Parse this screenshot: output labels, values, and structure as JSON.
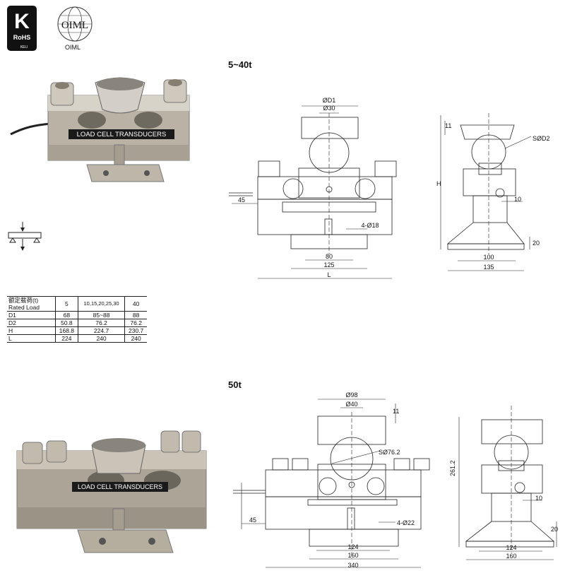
{
  "logos": {
    "rohs": "RoHS",
    "k": "K",
    "brand": "KELI",
    "oiml": "OIML",
    "oiml_caption": "OIML"
  },
  "sections": {
    "s1": "5~40t",
    "s2": "50t"
  },
  "product_label": "LOAD CELL TRANSDUCERS",
  "table": {
    "header": [
      "额定载荷(t)\nRated Load",
      "5",
      "10,15,20,25,30",
      "40"
    ],
    "header_label_cn": "额定载荷(t)",
    "header_label_en": "Rated Load",
    "rows": [
      [
        "D1",
        "68",
        "85~88",
        "88"
      ],
      [
        "D2",
        "50.8",
        "76.2",
        "76.2"
      ],
      [
        "H",
        "168.8",
        "224.7",
        "230.7"
      ],
      [
        "L",
        "224",
        "240",
        "240"
      ]
    ]
  },
  "drawing1": {
    "front": {
      "d1": "ØD1",
      "d30": "Ø30",
      "d45": "45",
      "holes": "4-Ø18",
      "d80": "80",
      "d125": "125",
      "dL": "L"
    },
    "side": {
      "d11": "11",
      "sd2": "SØD2",
      "dH": "H",
      "d10": "10",
      "d20": "20",
      "d100": "100",
      "d135": "135"
    }
  },
  "drawing2": {
    "front": {
      "d98": "Ø98",
      "d40": "Ø40",
      "d11": "11",
      "sd": "SØ76.2",
      "d45": "45",
      "holes": "4-Ø22",
      "d124": "124",
      "d160": "160",
      "d340": "340"
    },
    "side": {
      "dh": "261.2",
      "d10": "10",
      "d20": "20",
      "d124": "124",
      "d160": "160"
    }
  }
}
